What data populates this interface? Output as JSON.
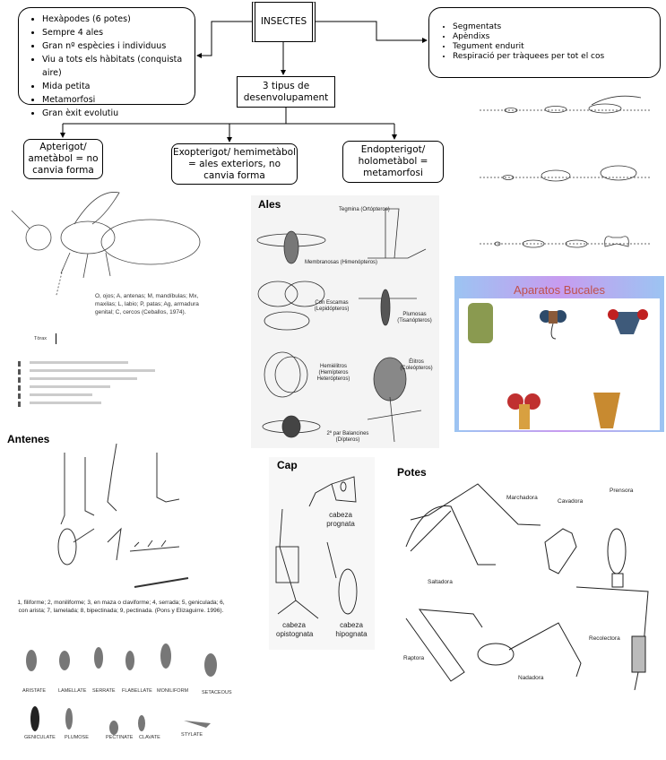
{
  "root": {
    "title": "INSECTES"
  },
  "left_box": {
    "items": [
      "Hexàpodes (6 potes)",
      "Sempre 4 ales",
      "Gran nº espècies i individuus",
      "Viu a tots els hàbitats (conquista aire)",
      "Mida petita",
      "Metamorfosi",
      "Gran èxit evolutiu"
    ]
  },
  "right_box": {
    "items": [
      "Segmentats",
      "Apèndixs",
      "Tegument endurit",
      "Respiració per tràquees per tot el cos"
    ]
  },
  "development": {
    "title_line1": "3 tipus de",
    "title_line2": "desenvolupament",
    "types": [
      {
        "line1": "Apterigot/",
        "line2": "ametàbol = no",
        "line3": "canvia forma"
      },
      {
        "line1": "Exopterigot/ hemimetàbol",
        "line2": "= ales exteriors, no",
        "line3": "canvia forma"
      },
      {
        "line1": "Endopterigot/",
        "line2": "holometàbol =",
        "line3": "metamorfosi"
      }
    ]
  },
  "anatomy": {
    "caption": "O, ojos; A, antenas; M, mandíbulas; Mx, maxilas; L, labio; P, patas; Ag, armadura genital; C, cercos (Ceballos, 1974).",
    "label": "Tòrax"
  },
  "wings": {
    "title": "Ales",
    "labels": [
      "Tegmina (Ortópteros)",
      "Membranosas (Himenópteros)",
      "Con Escamas (Lepidópteros)",
      "Plumosas (Tisanópteros)",
      "Hemiélitros (Hemípteros Heterópteros)",
      "Élitros (Coleópteros)",
      "2º par Balancines (Dípteros)"
    ]
  },
  "mouthparts": {
    "title": "Aparatos Bucales",
    "title_color": "#c0504d"
  },
  "antennae": {
    "title": "Antenes",
    "caption": "1, filiforme; 2, moniliforme; 3, en maza o claviforme; 4, serrada; 5, geniculada; 6, con arista; 7, lamelada; 8, bipectinada; 9, pectinada. (Pons y Elizaguirre. 1996).",
    "types": [
      "ARISTATE",
      "LAMELLATE",
      "SERRATE",
      "FLABELLATE",
      "MONILIFORM",
      "SETACEOUS",
      "GENICULATE",
      "PLUMOSE",
      "PECTINATE",
      "CLAVATE",
      "STYLATE"
    ]
  },
  "head": {
    "title": "Cap",
    "labels": [
      "cabeza prognata",
      "cabeza opistognata",
      "cabeza hipognata"
    ]
  },
  "legs": {
    "title": "Potes",
    "labels": [
      "Marchadora",
      "Cavadora",
      "Prensora",
      "Saltadora",
      "Raptora",
      "Nadadora",
      "Recolectora"
    ]
  }
}
